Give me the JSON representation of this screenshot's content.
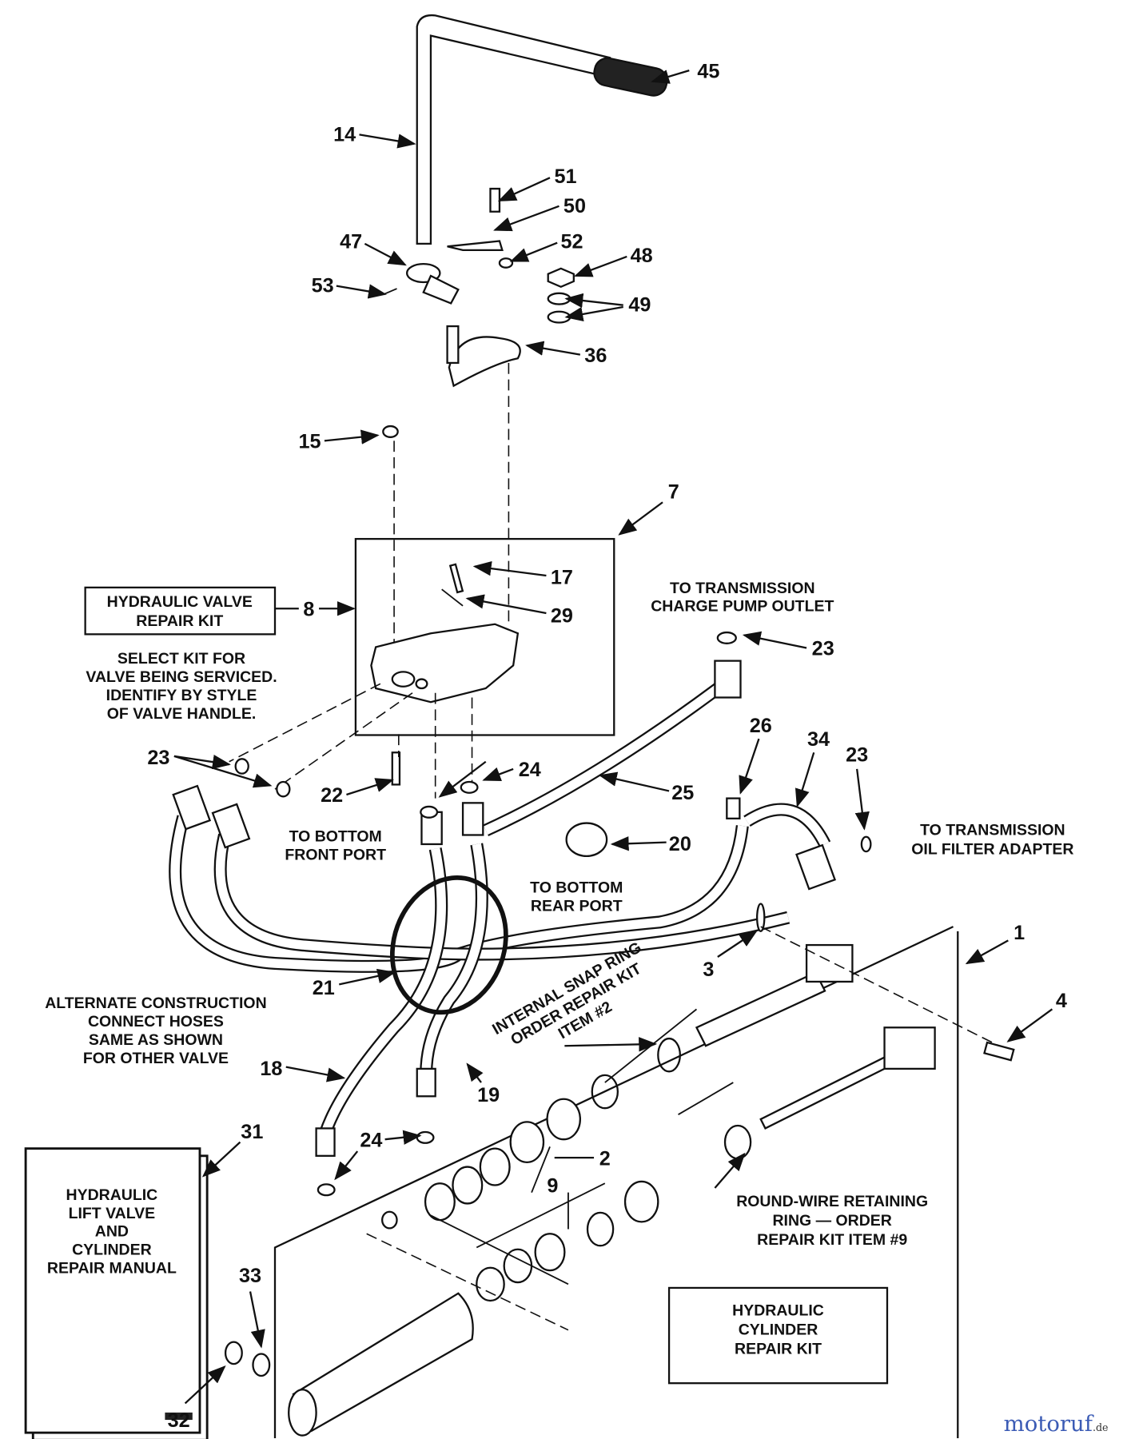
{
  "callouts": {
    "c45": "45",
    "c14": "14",
    "c51": "51",
    "c50": "50",
    "c52": "52",
    "c47": "47",
    "c48": "48",
    "c49": "49",
    "c53": "53",
    "c36": "36",
    "c15": "15",
    "c7": "7",
    "c17": "17",
    "c29": "29",
    "c8": "8",
    "c23a": "23",
    "c26": "26",
    "c34": "34",
    "c23b": "23",
    "c23c": "23",
    "c24a": "24",
    "c22": "22",
    "c25": "25",
    "c20": "20",
    "c1": "1",
    "c3": "3",
    "c4": "4",
    "c21": "21",
    "c18": "18",
    "c19": "19",
    "c24b": "24",
    "c2": "2",
    "c9": "9",
    "c31": "31",
    "c33": "33",
    "c32": "32"
  },
  "notes": {
    "valve_kit": [
      "HYDRAULIC VALVE",
      "REPAIR KIT"
    ],
    "select_kit": [
      "SELECT KIT FOR",
      "VALVE BEING SERVICED.",
      "IDENTIFY BY STYLE",
      "OF VALVE HANDLE."
    ],
    "charge_pump": [
      "TO TRANSMISSION",
      "CHARGE PUMP OUTLET"
    ],
    "oil_filter": [
      "TO TRANSMISSION",
      "OIL FILTER ADAPTER"
    ],
    "bottom_front": [
      "TO BOTTOM",
      "FRONT PORT"
    ],
    "bottom_rear": [
      "TO BOTTOM",
      "REAR PORT"
    ],
    "alternate": [
      "ALTERNATE CONSTRUCTION",
      "CONNECT HOSES",
      "SAME AS SHOWN",
      "FOR OTHER VALVE"
    ],
    "snap_ring": [
      "INTERNAL SNAP RING",
      "ORDER REPAIR KIT",
      "ITEM #2"
    ],
    "round_wire": [
      "ROUND-WIRE RETAINING",
      "RING — ORDER",
      "REPAIR KIT ITEM #9"
    ],
    "manual": [
      "HYDRAULIC",
      "LIFT VALVE",
      "AND",
      "CYLINDER",
      "REPAIR MANUAL"
    ],
    "cylinder_kit": [
      "HYDRAULIC",
      "CYLINDER",
      "REPAIR KIT"
    ]
  },
  "watermark": {
    "text": "motoruf",
    "suffix": ".de",
    "colors": [
      "#3b5bb5",
      "#d43a3a",
      "#e8a21a",
      "#3a9a3a"
    ]
  }
}
